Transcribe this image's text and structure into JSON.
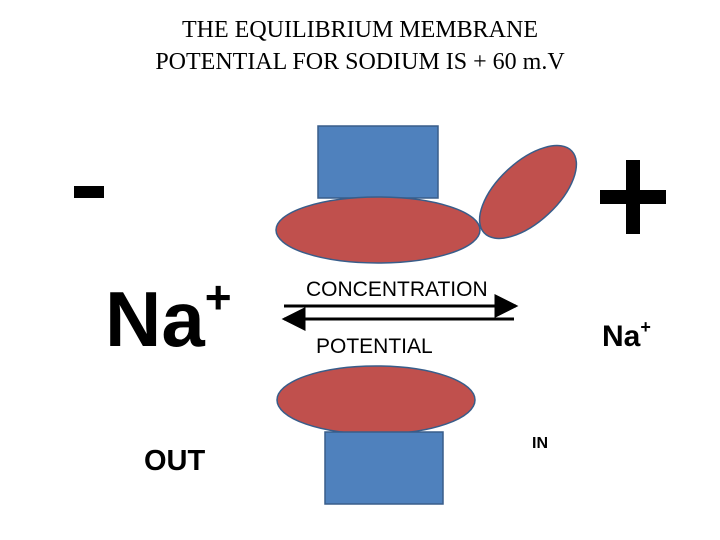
{
  "title": {
    "line1": "THE EQUILIBRIUM MEMBRANE",
    "line2": "POTENTIAL FOR SODIUM IS + 60 m.V"
  },
  "signs": {
    "left": "-",
    "right": "+"
  },
  "ions": {
    "left": {
      "symbol": "Na",
      "charge": "+"
    },
    "right": {
      "symbol": "Na",
      "charge": "+"
    }
  },
  "labels": {
    "out": "OUT",
    "in": "IN",
    "concentration": "CONCENTRATION",
    "potential": "POTENTIAL"
  },
  "colors": {
    "channel_blue": "#4F81BD",
    "channel_red": "#C0504D",
    "outline": "#385D8A",
    "arrow": "#000000"
  }
}
